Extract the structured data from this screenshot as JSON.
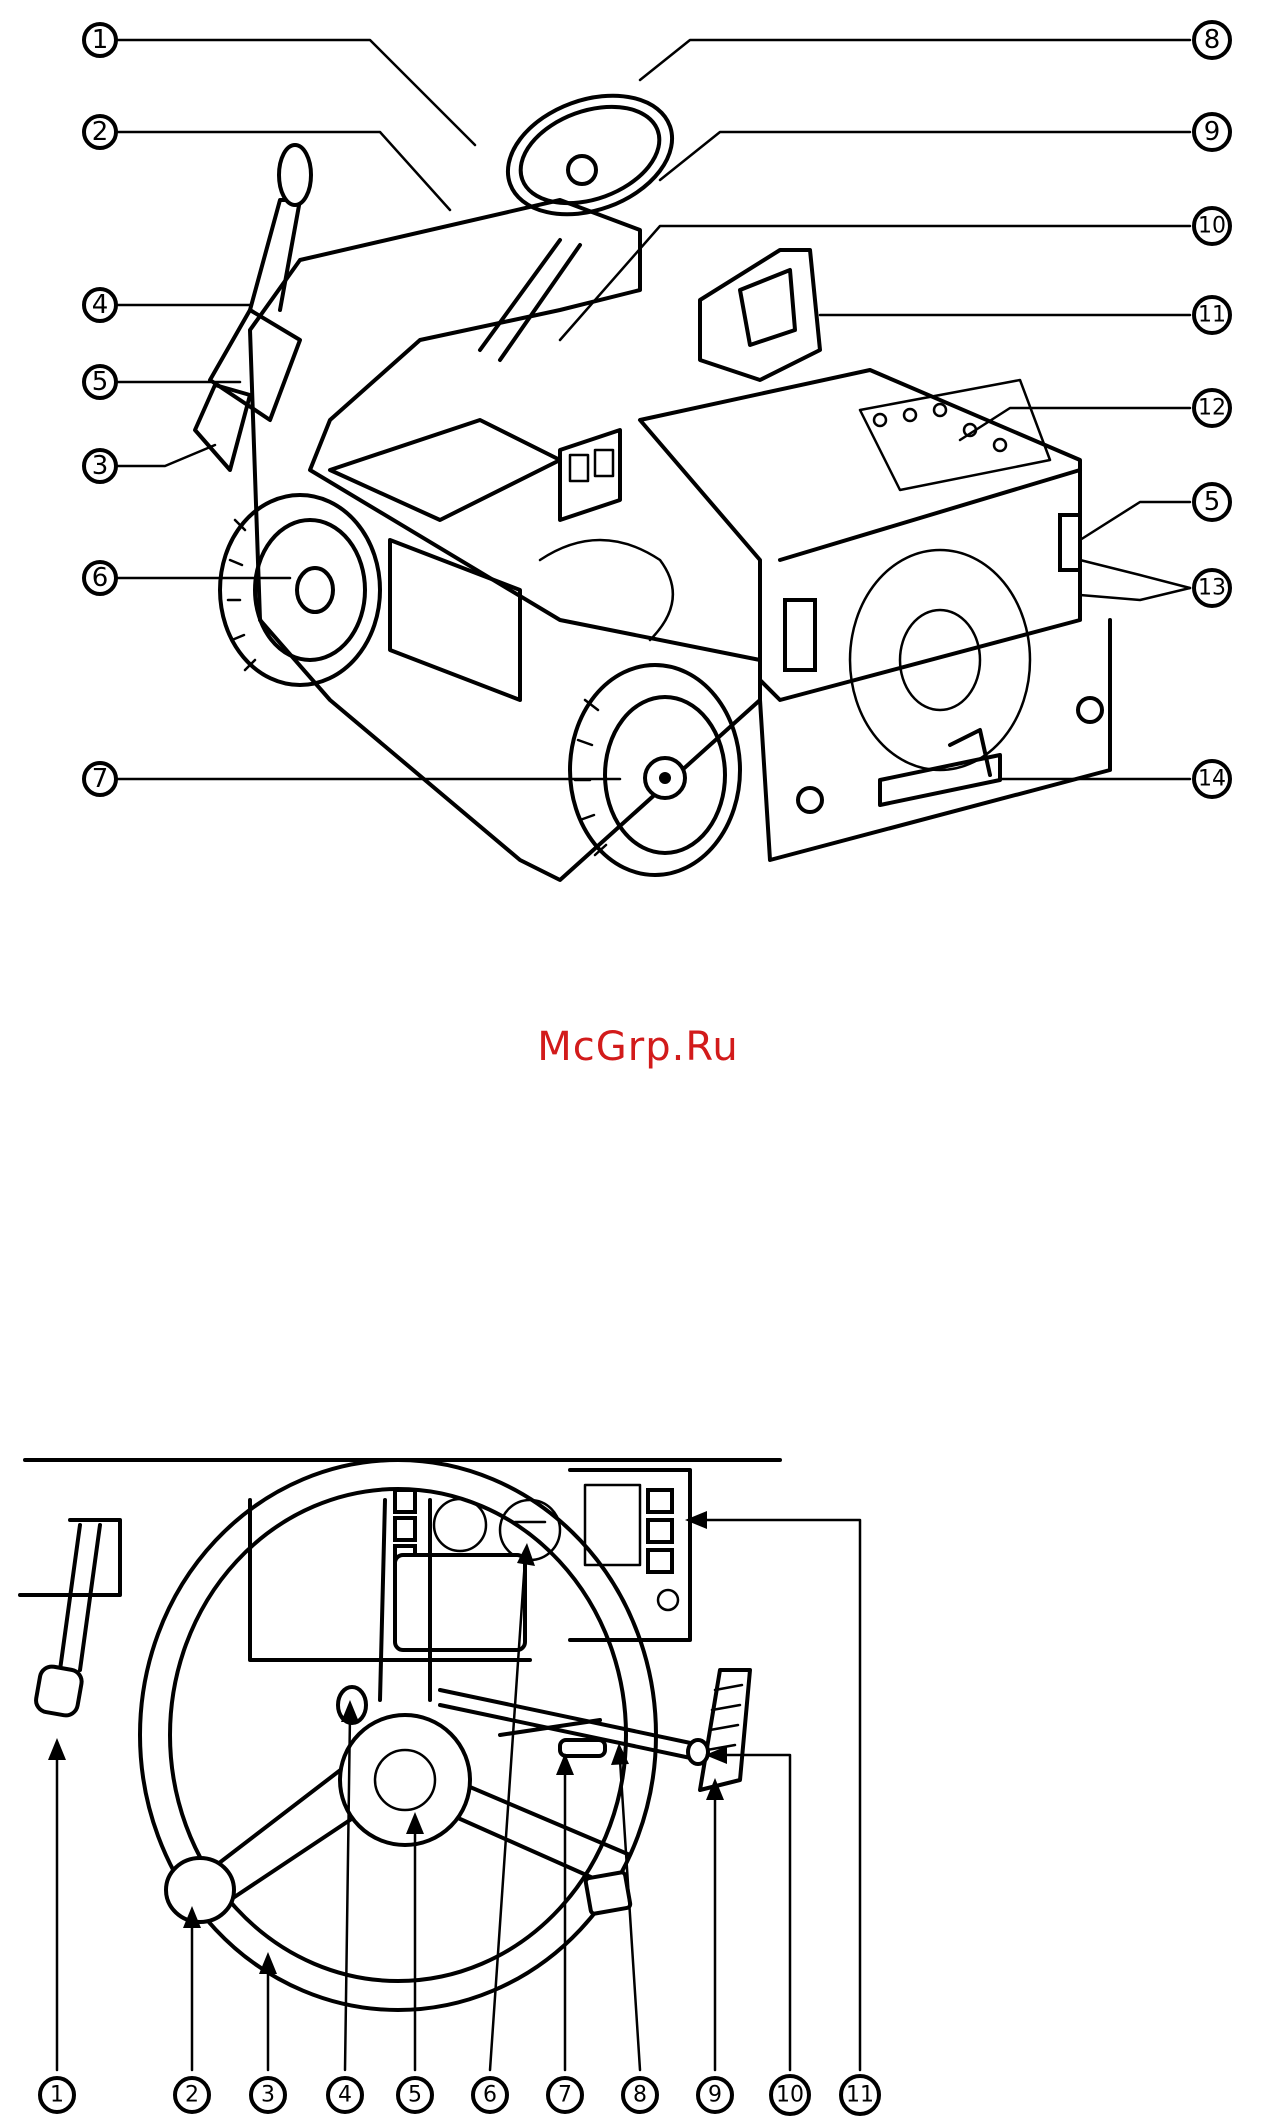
{
  "watermark": "McGrp.Ru",
  "figure_top": {
    "callouts": [
      "1",
      "2",
      "3",
      "4",
      "5",
      "6",
      "7",
      "8",
      "9",
      "10",
      "11",
      "12",
      "5",
      "13",
      "14"
    ]
  },
  "figure_bottom": {
    "callouts": [
      "1",
      "2",
      "3",
      "4",
      "5",
      "6",
      "7",
      "8",
      "9",
      "10",
      "11"
    ]
  },
  "colors": {
    "ink": "#000000",
    "watermark": "#d21b1b",
    "background": "#ffffff"
  }
}
